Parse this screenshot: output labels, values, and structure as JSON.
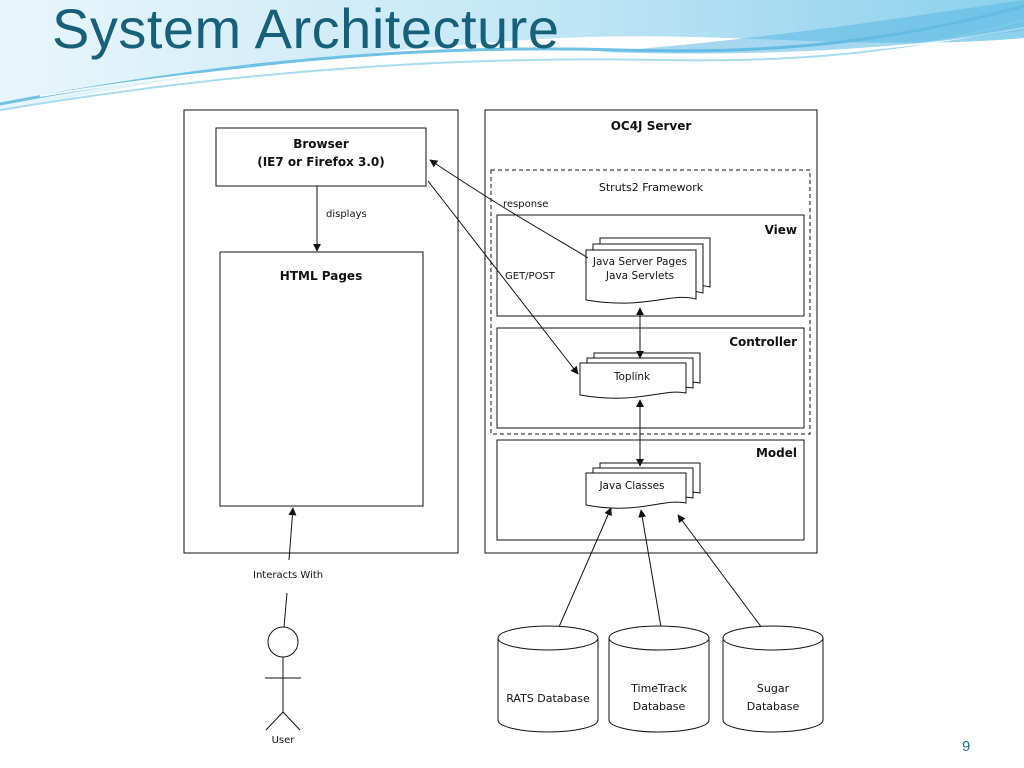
{
  "slide": {
    "title": "System Architecture",
    "page_number": "9"
  },
  "diagram": {
    "client": {
      "browser_line1": "Browser",
      "browser_line2": "(IE7 or Firefox 3.0)",
      "displays_label": "displays",
      "html_pages": "HTML Pages",
      "interacts_label": "Interacts With",
      "user_label": "User"
    },
    "server": {
      "title": "OC4J Server",
      "framework": "Struts2 Framework",
      "view": "View",
      "controller": "Controller",
      "model": "Model",
      "jsp_line1": "Java Server Pages",
      "jsp_line2": "Java Servlets",
      "toplink": "Toplink",
      "java_classes": "Java Classes",
      "response_label": "response",
      "getpost_label": "GET/POST"
    },
    "databases": [
      {
        "line1": "RATS Database",
        "line2": ""
      },
      {
        "line1": "TimeTrack",
        "line2": "Database"
      },
      {
        "line1": "Sugar",
        "line2": "Database"
      }
    ]
  },
  "colors": {
    "title": "#17607a",
    "wave_light": "#c9e9f6",
    "wave_mid": "#8fd0ec",
    "wave_dark": "#3aa7d6"
  }
}
